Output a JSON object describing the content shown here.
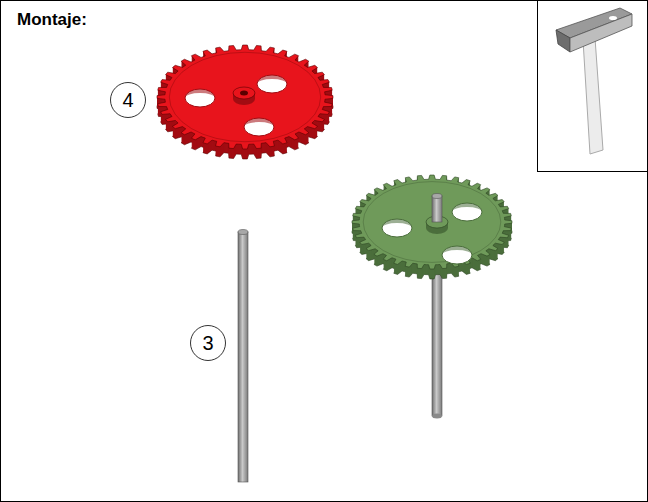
{
  "diagram": {
    "title": "Montaje:",
    "nodes": [
      {
        "text": [
          "4"
        ]
      },
      {
        "text": [
          "3"
        ]
      }
    ]
  }
}
